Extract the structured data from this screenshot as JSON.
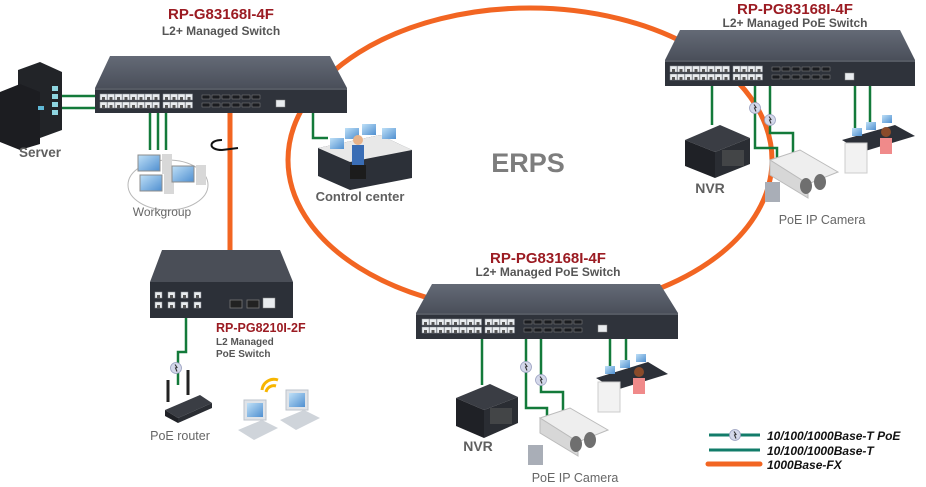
{
  "title": "ERPS",
  "colors": {
    "fiber": "#f26522",
    "copper": "#137a3a",
    "legend_copper": "#127c6a",
    "model": "#9b1b22",
    "label": "#606060",
    "switch_body": "#3c4049",
    "switch_top": "#5b606b"
  },
  "devices": {
    "core_switch": {
      "model": "RP-G83168I-4F",
      "description": "L2+ Managed Switch"
    },
    "poe_switch_right": {
      "model": "RP-PG83168I-4F",
      "description": "L2+ Managed PoE Switch"
    },
    "poe_switch_bottom": {
      "model": "RP-PG83168I-4F",
      "description": "L2+ Managed PoE Switch"
    },
    "small_switch": {
      "model": "RP-PG8210I-2F",
      "description_line1": "L2 Managed",
      "description_line2": "PoE Switch"
    }
  },
  "labels": {
    "server": "Server",
    "workgroup": "Workgroup",
    "control_center": "Control center",
    "nvr_right": "NVR",
    "camera_right": "PoE IP Camera",
    "nvr_bottom": "NVR",
    "camera_bottom": "PoE IP Camera",
    "poe_router": "PoE router"
  },
  "legend": [
    {
      "icon": "poe-line-icon",
      "label": "10/100/1000Base-T PoE"
    },
    {
      "icon": "copper-line-icon",
      "label": "10/100/1000Base-T"
    },
    {
      "icon": "fiber-line-icon",
      "label": "1000Base-FX"
    }
  ]
}
